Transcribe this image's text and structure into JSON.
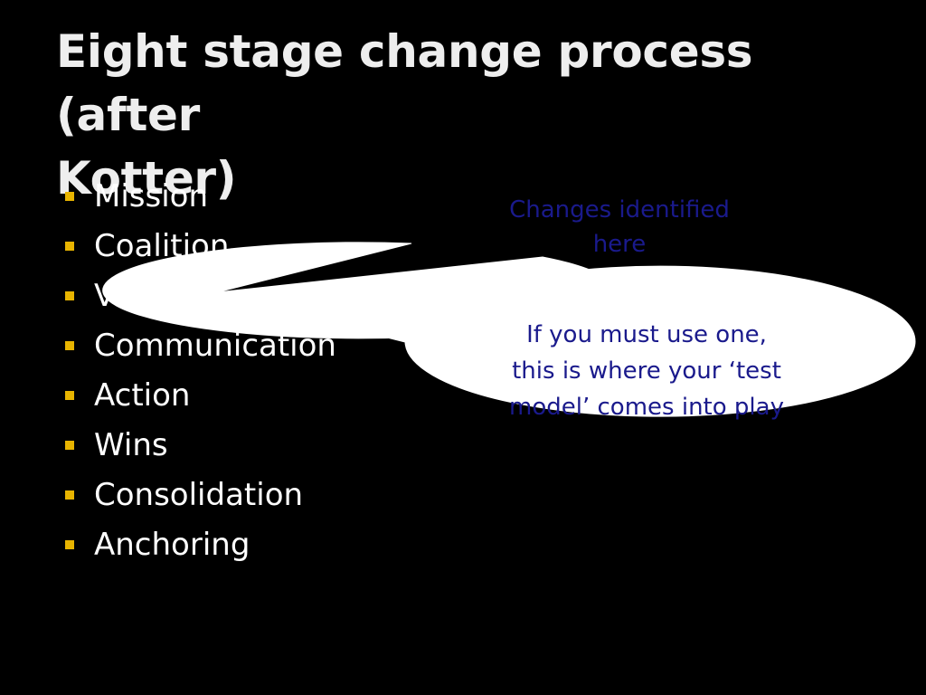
{
  "slide": {
    "title_line1": "Eight stage change process (after",
    "title_line2": "Kotter)",
    "bullets": [
      "Mission",
      "Coalition",
      "Vision",
      "Communication",
      "Action",
      "Wins",
      "Consolidation",
      "Anchoring"
    ],
    "callouts": [
      {
        "line1": "Changes identified",
        "line2": "here"
      },
      {
        "line1": "If you must use one,",
        "line2": "this is where your ‘test",
        "line3": "model’ comes into play"
      }
    ]
  },
  "colors": {
    "background": "#000000",
    "title": "#eeeeee",
    "bullet_text": "#ffffff",
    "bullet_marker": "#e8b400",
    "callout_fill": "#ffffff",
    "callout_text": "#1a1a8c"
  }
}
